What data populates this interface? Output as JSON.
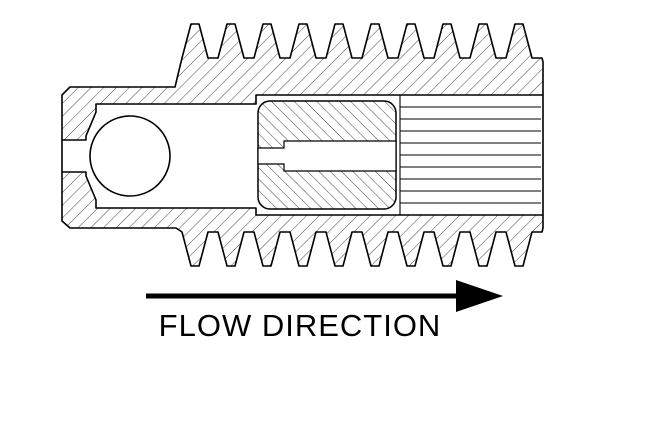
{
  "diagram": {
    "name": "check-valve-cross-section",
    "flow_label": "FLOW DIRECTION",
    "arrow_direction": "right",
    "colors": {
      "line": "#000000",
      "background": "#ffffff"
    }
  }
}
